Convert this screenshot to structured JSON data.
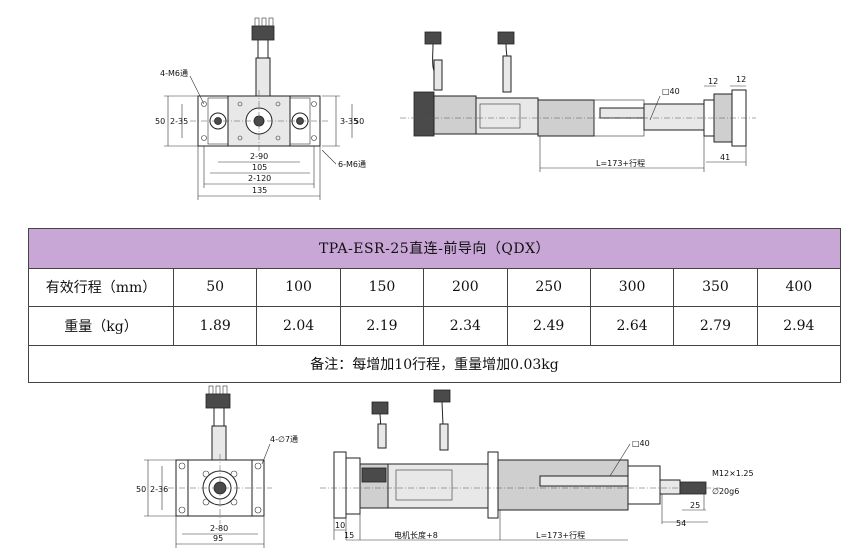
{
  "table": {
    "title": "TPA-ESR-25直连-前导向（QDX）",
    "rows": [
      {
        "label": "有效行程（mm）",
        "values": [
          "50",
          "100",
          "150",
          "200",
          "250",
          "300",
          "350",
          "400"
        ]
      },
      {
        "label": "重量（kg）",
        "values": [
          "1.89",
          "2.04",
          "2.19",
          "2.34",
          "2.49",
          "2.64",
          "2.79",
          "2.94"
        ]
      }
    ],
    "note": "备注：每增加10行程，重量增加0.03kg"
  },
  "top_drawing": {
    "left_view": {
      "hole_label_top": "4-M6通",
      "hole_label_bottom": "6-M6通",
      "height": "50",
      "pitch_left": "2-35",
      "pitch_right": "3-35",
      "height_right": "50",
      "dim_2_90": "2-90",
      "dim_105": "105",
      "dim_2_120": "2-120",
      "dim_135": "135"
    },
    "side_view": {
      "square": "□40",
      "dim_12a": "12",
      "dim_12b": "12",
      "length": "L=173+行程",
      "dim_41": "41"
    }
  },
  "bottom_drawing": {
    "left_view": {
      "hole_label": "4-∅7通",
      "height": "50",
      "pitch": "2-36",
      "dim_2_80": "2-80",
      "dim_95": "95"
    },
    "side_view": {
      "square": "□40",
      "thread": "M12×1.25",
      "dia": "∅20g6",
      "dim_25": "25",
      "dim_54": "54",
      "dim_10": "10",
      "dim_15": "15",
      "motor_len": "电机长度+8",
      "length": "L=173+行程"
    }
  }
}
